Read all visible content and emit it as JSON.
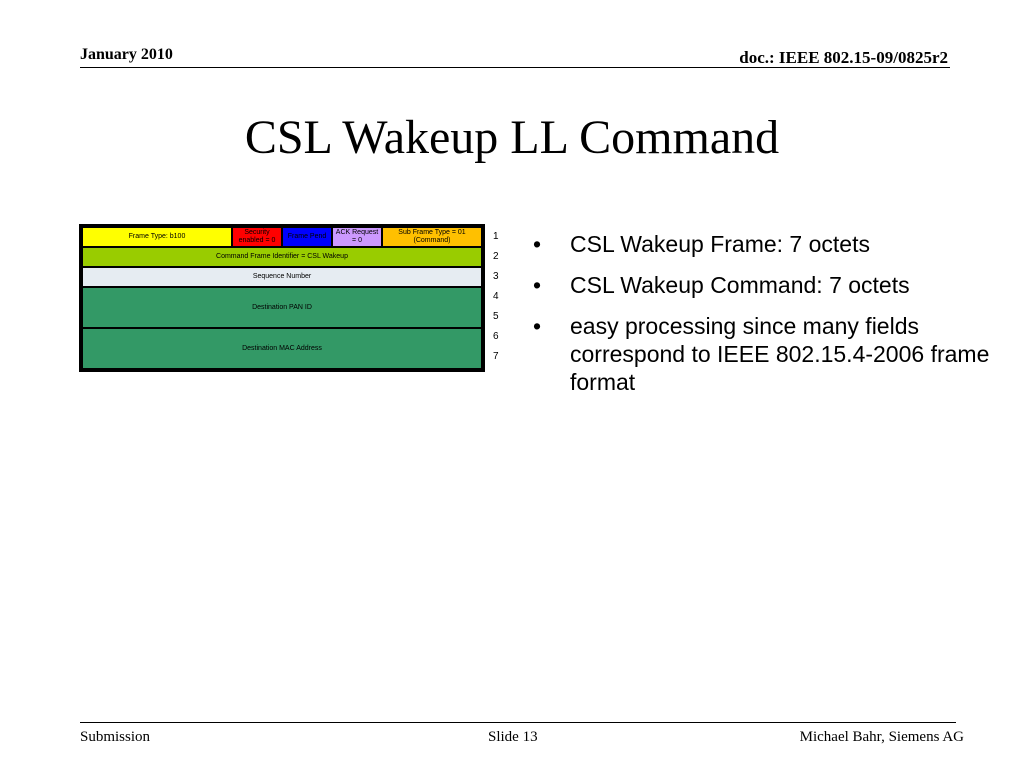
{
  "header": {
    "date": "January 2010",
    "doc": "doc.: IEEE 802.15-09/0825r2"
  },
  "title": "CSL Wakeup LL Command",
  "frame": {
    "row1": [
      {
        "label": "Frame Type: b100",
        "color": "#ffff00"
      },
      {
        "label": "Security enabled = 0",
        "color": "#ff0000"
      },
      {
        "label": "Frame Pend",
        "color": "#0000ff"
      },
      {
        "label": "ACK Request = 0",
        "color": "#cc99ff"
      },
      {
        "label": "Sub Frame Type = 01 (Command)",
        "color": "#ffc000"
      }
    ],
    "command_id": {
      "label": "Command Frame Identifier = CSL Wakeup",
      "color": "#99cc00"
    },
    "sequence": {
      "label": "Sequence Number",
      "color": "#e6ecf2"
    },
    "dest_pan": {
      "label": "Destination PAN ID",
      "color": "#339966"
    },
    "dest_addr": {
      "label": "Destination MAC Address",
      "color": "#339966"
    },
    "octets": [
      "1",
      "2",
      "3",
      "4",
      "5",
      "6",
      "7"
    ]
  },
  "bullets": [
    "CSL Wakeup Frame: 7 octets",
    "CSL Wakeup Command: 7 octets",
    "easy processing since many fields correspond to IEEE 802.15.4-2006 frame format"
  ],
  "bullet_glyph": "•",
  "footer": {
    "left": "Submission",
    "center": "Slide 13",
    "right": "Michael Bahr, Siemens AG"
  }
}
